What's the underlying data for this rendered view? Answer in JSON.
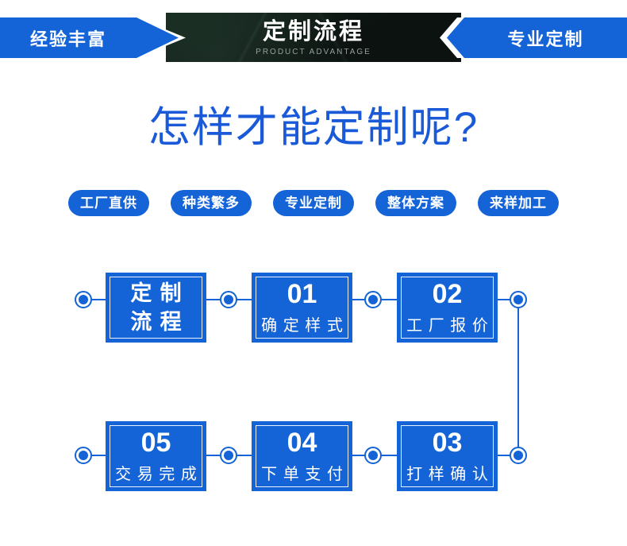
{
  "header": {
    "left_ribbon": "经验丰富",
    "title": "定制流程",
    "subtitle": "PRODUCT ADVANTAGE",
    "right_ribbon": "专业定制"
  },
  "headline": "怎样才能定制呢?",
  "pills": [
    {
      "label": "工厂直供"
    },
    {
      "label": "种类繁多"
    },
    {
      "label": "专业定制"
    },
    {
      "label": "整体方案"
    },
    {
      "label": "来样加工"
    }
  ],
  "flow": {
    "start": {
      "line1": "定制",
      "line2": "流程"
    },
    "steps": [
      {
        "number": "01",
        "label": "确定样式"
      },
      {
        "number": "02",
        "label": "工厂报价"
      },
      {
        "number": "03",
        "label": "打样确认"
      },
      {
        "number": "04",
        "label": "下单支付"
      },
      {
        "number": "05",
        "label": "交易完成"
      }
    ]
  },
  "colors": {
    "primary_blue": "#1464d8",
    "headline_blue": "#1a5ad9",
    "banner_dark": "#0c1310",
    "subtitle_gray": "#97a09c"
  }
}
